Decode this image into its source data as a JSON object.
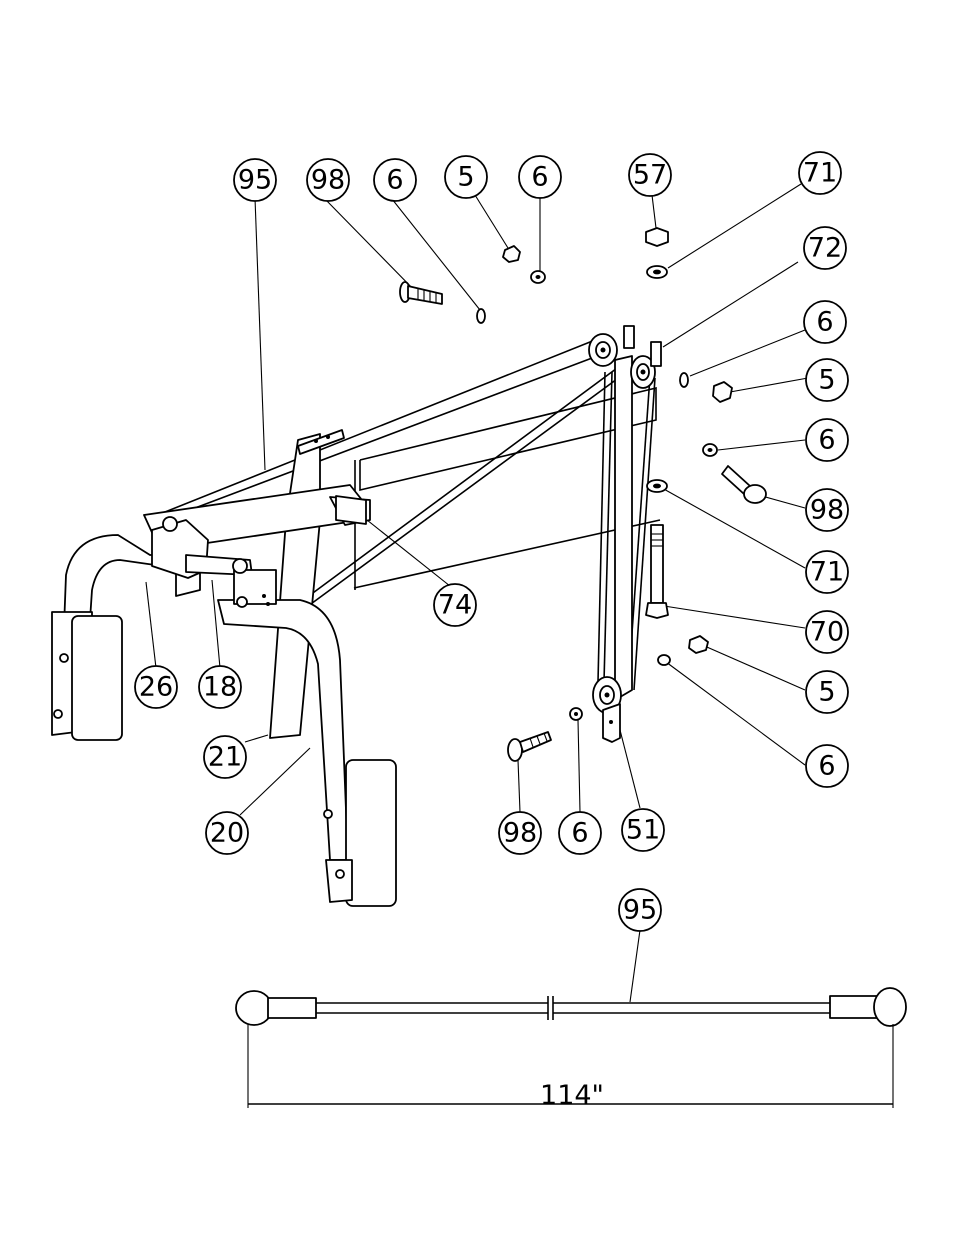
{
  "callouts": [
    {
      "id": "c95a",
      "label": "95"
    },
    {
      "id": "c98a",
      "label": "98"
    },
    {
      "id": "c6a",
      "label": "6"
    },
    {
      "id": "c5a",
      "label": "5"
    },
    {
      "id": "c6b",
      "label": "6"
    },
    {
      "id": "c57",
      "label": "57"
    },
    {
      "id": "c71a",
      "label": "71"
    },
    {
      "id": "c72",
      "label": "72"
    },
    {
      "id": "c6c",
      "label": "6"
    },
    {
      "id": "c5b",
      "label": "5"
    },
    {
      "id": "c6d",
      "label": "6"
    },
    {
      "id": "c98b",
      "label": "98"
    },
    {
      "id": "c71b",
      "label": "71"
    },
    {
      "id": "c74",
      "label": "74"
    },
    {
      "id": "c70",
      "label": "70"
    },
    {
      "id": "c5c",
      "label": "5"
    },
    {
      "id": "c6e",
      "label": "6"
    },
    {
      "id": "c26",
      "label": "26"
    },
    {
      "id": "c18",
      "label": "18"
    },
    {
      "id": "c21",
      "label": "21"
    },
    {
      "id": "c20",
      "label": "20"
    },
    {
      "id": "c98c",
      "label": "98"
    },
    {
      "id": "c6f",
      "label": "6"
    },
    {
      "id": "c51",
      "label": "51"
    },
    {
      "id": "c95b",
      "label": "95"
    }
  ],
  "cable_length_label": "114\""
}
